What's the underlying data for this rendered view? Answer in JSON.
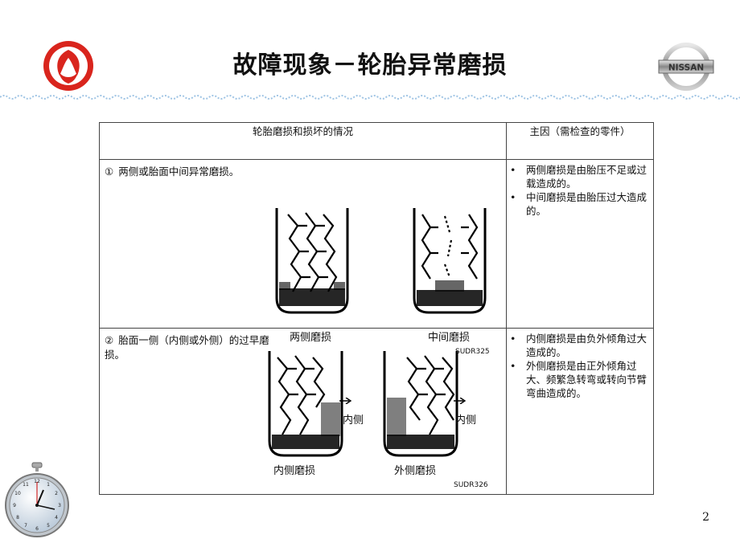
{
  "slide": {
    "title": "故障现象－轮胎异常磨损",
    "page_number": "2",
    "brand_color_left": "#d9251d",
    "divider_color": "#9fc4e4"
  },
  "logos": {
    "left": "dongfeng-logo",
    "right": "nissan-logo",
    "right_text": "NISSAN"
  },
  "table": {
    "header_col1": "轮胎磨损和损坏的情况",
    "header_col2": "主因（需检查的零件）",
    "rows": [
      {
        "num": "①",
        "description": "两侧或胎面中间异常磨损。",
        "captions": [
          "两侧磨损",
          "中间磨损"
        ],
        "code": "SUDR325",
        "causes": [
          "两侧磨损是由胎压不足或过载造成的。",
          "中间磨损是由胎压过大造成的。"
        ]
      },
      {
        "num": "②",
        "description": "胎面一侧（内侧或外侧）的过早磨损。",
        "captions": [
          "内侧磨损",
          "外侧磨损"
        ],
        "arrow_labels": [
          "内侧",
          "内侧"
        ],
        "code": "SUDR326",
        "causes": [
          "内侧磨损是由负外倾角过大造成的。",
          "外侧磨损是由正外倾角过大、频繁急转弯或转向节臂弯曲造成的。"
        ]
      }
    ]
  },
  "clock": {
    "numbers": [
      "12",
      "1",
      "2",
      "3",
      "4",
      "5",
      "6",
      "7",
      "8",
      "9",
      "10",
      "11"
    ]
  }
}
